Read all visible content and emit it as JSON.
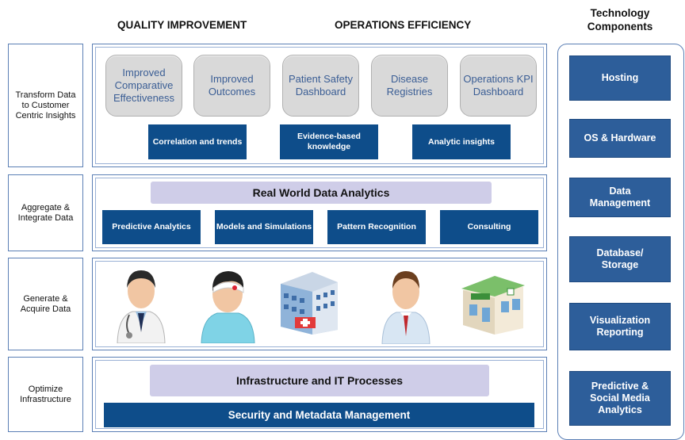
{
  "headers": {
    "quality": "QUALITY IMPROVEMENT",
    "operations": "OPERATIONS EFFICIENCY",
    "technology": "Technology Components"
  },
  "rows": {
    "transform": "Transform Data to Customer Centric Insights",
    "aggregate": "Aggregate & Integrate Data",
    "generate": "Generate & Acquire Data",
    "optimize": "Optimize Infrastructure"
  },
  "insights": [
    "Improved Comparative Effectiveness",
    "Improved Outcomes",
    "Patient Safety Dashboard",
    "Disease Registries",
    "Operations KPI Dashboard"
  ],
  "insight_bars": [
    "Correlation and trends",
    "Evidence-based knowledge",
    "Analytic insights"
  ],
  "rwd": {
    "title": "Real World Data Analytics",
    "items": [
      "Predictive Analytics",
      "Models and Simulations",
      "Pattern Recognition",
      "Consulting"
    ]
  },
  "data_sources": {
    "icons": [
      "doctor-icon",
      "patient-icon",
      "hospital-icon",
      "payer-person-icon",
      "pharmacy-icon"
    ]
  },
  "infra": {
    "band": "Infrastructure and IT Processes",
    "bar": "Security and Metadata Management"
  },
  "tech": [
    "Hosting",
    "OS & Hardware",
    "Data Management",
    "Database/ Storage",
    "Visualization Reporting",
    "Predictive & Social Media Analytics"
  ],
  "colors": {
    "accent": "#0e4d8a",
    "border": "#5b7fb5",
    "band": "#cfcde8",
    "rounded": "#d9d9d9"
  }
}
